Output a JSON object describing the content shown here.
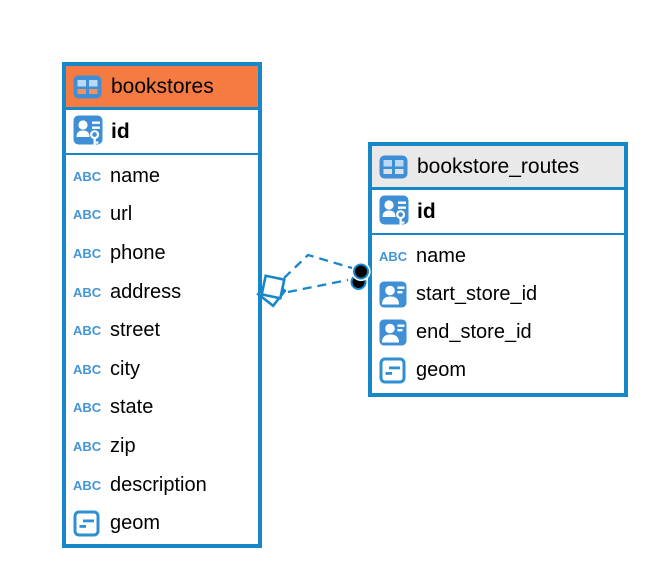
{
  "diagram": {
    "tables": [
      {
        "name": "bookstores",
        "header_color": "#F57B42",
        "primary_key": "id",
        "columns": [
          {
            "name": "name",
            "type": "text",
            "icon": "text-type-icon"
          },
          {
            "name": "url",
            "type": "text",
            "icon": "text-type-icon"
          },
          {
            "name": "phone",
            "type": "text",
            "icon": "text-type-icon"
          },
          {
            "name": "address",
            "type": "text",
            "icon": "text-type-icon"
          },
          {
            "name": "street",
            "type": "text",
            "icon": "text-type-icon"
          },
          {
            "name": "city",
            "type": "text",
            "icon": "text-type-icon"
          },
          {
            "name": "state",
            "type": "text",
            "icon": "text-type-icon"
          },
          {
            "name": "zip",
            "type": "text",
            "icon": "text-type-icon"
          },
          {
            "name": "description",
            "type": "text",
            "icon": "text-type-icon"
          },
          {
            "name": "geom",
            "type": "geometry",
            "icon": "geometry-type-icon"
          }
        ]
      },
      {
        "name": "bookstore_routes",
        "header_color": "#E9E9E9",
        "primary_key": "id",
        "columns": [
          {
            "name": "name",
            "type": "text",
            "icon": "text-type-icon"
          },
          {
            "name": "start_store_id",
            "type": "foreign_key",
            "icon": "foreign-key-icon"
          },
          {
            "name": "end_store_id",
            "type": "foreign_key",
            "icon": "foreign-key-icon"
          },
          {
            "name": "geom",
            "type": "geometry",
            "icon": "geometry-type-icon"
          }
        ]
      }
    ],
    "relationships": [
      {
        "from": "bookstore_routes",
        "to": "bookstores",
        "line_style": "dashed",
        "source_marker": "diamond",
        "target_marker": "dot"
      },
      {
        "from": "bookstore_routes",
        "to": "bookstores",
        "line_style": "dashed",
        "source_marker": "diamond",
        "target_marker": "dot"
      }
    ]
  },
  "icons": {
    "text_icon_label": "ABC"
  },
  "colors": {
    "table_border": "#1787C9",
    "bookstores_header": "#F57B42",
    "routes_header": "#E9E9E9",
    "icon_blue": "#3E8FD6",
    "abc_blue": "#4395D7",
    "connector_blue": "#1787C9",
    "text": "#000000",
    "background": "#FFFFFF"
  }
}
